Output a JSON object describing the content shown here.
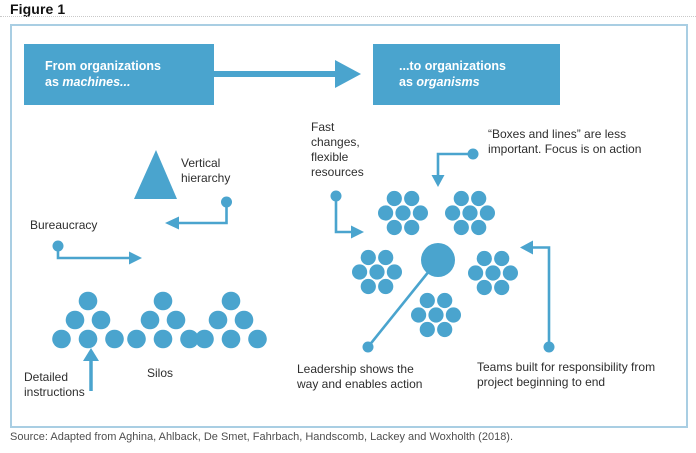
{
  "title": "Figure 1",
  "colors": {
    "accent": "#4aa4ce",
    "frame_border": "#a9cee3",
    "header_text": "#ffffff",
    "label_text": "#2e2e2e",
    "source_text": "#4f4f4f"
  },
  "header": {
    "from_box": {
      "line1": "From organizations",
      "line2_prefix": "as ",
      "line2_emphasis": "machines..."
    },
    "to_box": {
      "line1": "...to organizations",
      "line2_prefix": "as ",
      "line2_emphasis": "organisms"
    }
  },
  "labels": {
    "vertical_hierarchy": "Vertical\nhierarchy",
    "bureaucracy": "Bureaucracy",
    "detailed_instructions": "Detailed\ninstructions",
    "silos": "Silos",
    "fast_changes": "Fast\nchanges,\nflexible\nresources",
    "boxes_and_lines": "“Boxes and lines” are less\nimportant. Focus is on action",
    "leadership": "Leadership shows the\nway and enables action",
    "teams": "Teams built for responsibility from\nproject beginning to end"
  },
  "source": "Source: Adapted from Aghina, Ahlback, De Smet, Fahrbach, Handscomb, Lackey and Woxholth (2018)."
}
